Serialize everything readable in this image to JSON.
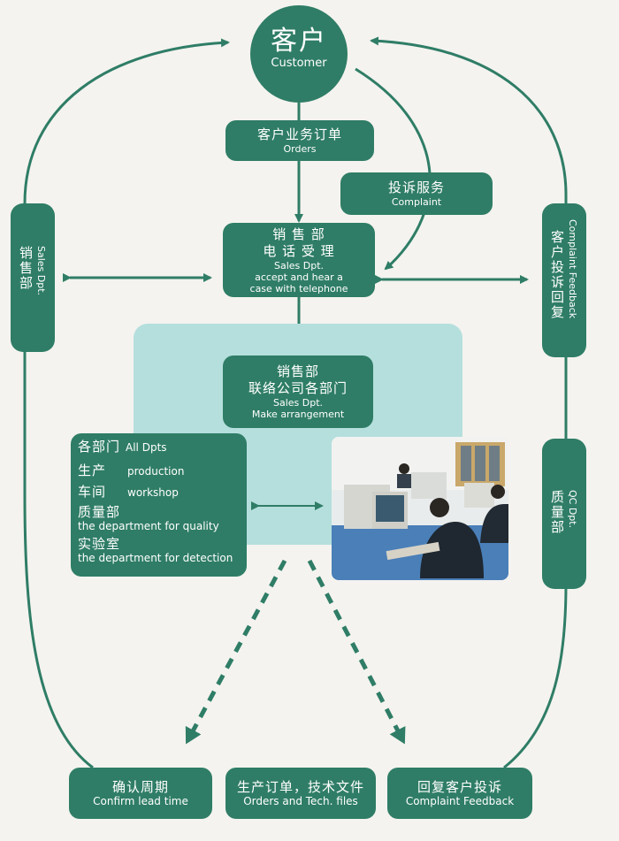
{
  "customer": {
    "cn": "客户",
    "en": "Customer"
  },
  "orders": {
    "cn": "客户业务订单",
    "en": "Orders"
  },
  "complaint": {
    "cn": "投诉服务",
    "en": "Complaint"
  },
  "sales_reception": {
    "cn1": "销 售 部",
    "cn2": "电 话 受 理",
    "en1": "Sales Dpt.",
    "en2": "accept and hear a",
    "en3": "case with telephone"
  },
  "sales_arrange": {
    "cn1": "销售部",
    "cn2": "联络公司各部门",
    "en1": "Sales Dpt.",
    "en2": "Make arrangement"
  },
  "departments": {
    "header_cn": "各部门",
    "header_en": "All Dpts",
    "items": [
      {
        "cn": "生产",
        "en": "production"
      },
      {
        "cn": "车间",
        "en": "workshop"
      },
      {
        "cn": "质量部",
        "en": "the department for quality"
      },
      {
        "cn": "实验室",
        "en": "the department for detection"
      }
    ]
  },
  "left_side": {
    "cn": "销售部",
    "en": "Sales Dpt."
  },
  "right_feedback": {
    "cn": "客户投诉回复",
    "en": "Complaint Feedback"
  },
  "right_qc": {
    "cn": "质量部",
    "en": "QC Dpt."
  },
  "bottom": [
    {
      "cn": "确认周期",
      "en": "Confirm lead time"
    },
    {
      "cn": "生产订单，技术文件",
      "en": "Orders and Tech. files"
    },
    {
      "cn": "回复客户投诉",
      "en": "Complaint Feedback"
    }
  ],
  "colors": {
    "primary": "#2f7d66",
    "panel": "#b5dfdd",
    "background": "#f4f3ef"
  }
}
